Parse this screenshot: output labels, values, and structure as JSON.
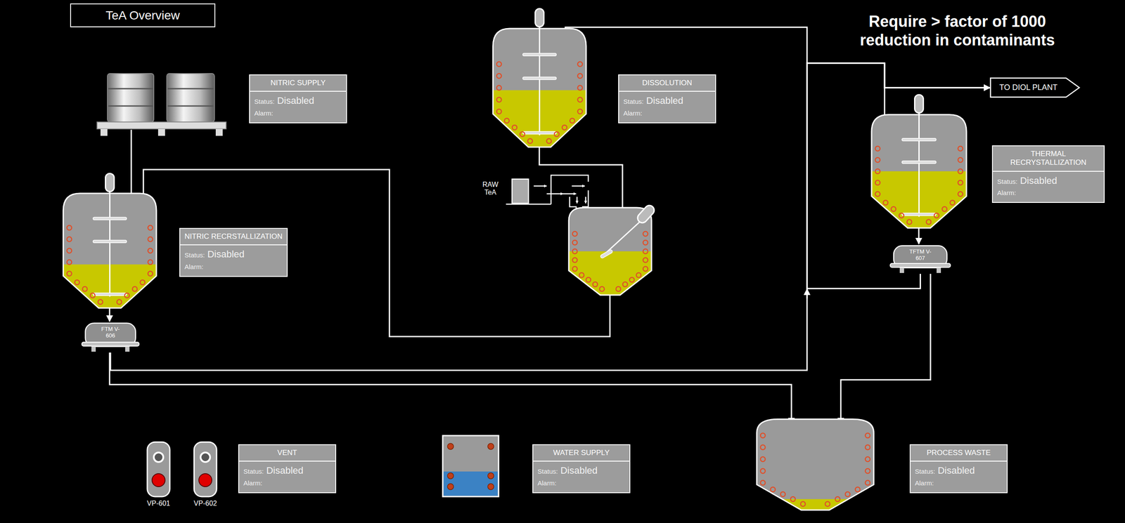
{
  "diagram": {
    "title": "TeA Overview",
    "nodes": [
      {
        "text": [
          "NITRIC SUPPLY",
          "Status:",
          "Disabled",
          "Alarm:"
        ]
      },
      {
        "text": [
          "DISSOLUTION",
          "Status:",
          "Disabled",
          "Alarm:"
        ]
      },
      {
        "text": [
          "TO DIOL PLANT"
        ]
      },
      {
        "text": [
          "THERMAL RECRYSTALLIZATION",
          "Status:",
          "Disabled",
          "Alarm:"
        ]
      },
      {
        "text": [
          "NITRIC RECRSTALLIZATION",
          "Status:",
          "Disabled",
          "Alarm:"
        ]
      },
      {
        "text": [
          "TFTM V-607"
        ]
      },
      {
        "text": [
          "FTM V-606"
        ]
      },
      {
        "text": [
          "VENT",
          "Status:",
          "Disabled",
          "Alarm:"
        ]
      },
      {
        "text": [
          "WATER SUPPLY",
          "Status:",
          "Disabled",
          "Alarm:"
        ]
      },
      {
        "text": [
          "PROCESS WASTE",
          "Status:",
          "Disabled",
          "Alarm:"
        ]
      }
    ],
    "edges": [
      {
        "from": 6,
        "to": 2,
        "arrow": "to"
      },
      {
        "from": 5,
        "to": 2,
        "arrow": "to"
      }
    ],
    "labels": [
      "Require > factor of 1000 reduction in contaminants",
      "RAW TeA",
      "VP-601",
      "VP-602"
    ]
  }
}
